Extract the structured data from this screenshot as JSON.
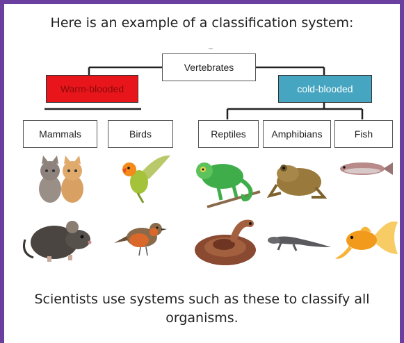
{
  "heading": "Here is an example of a classification system:",
  "root": "Vertebrates",
  "groups": {
    "warm": "Warm-blooded",
    "cold": "cold-blooded"
  },
  "warm_classes": [
    "Mammals",
    "Birds"
  ],
  "cold_classes": [
    "Reptiles",
    "Amphibians",
    "Fish"
  ],
  "colors": {
    "border": "#6b3fa0",
    "warm": "#e8161b",
    "cold": "#46a6c1"
  },
  "images": [
    "cats-image",
    "rat-image",
    "lovebird-image",
    "robin-image",
    "chameleon-image",
    "snake-image",
    "frog-image",
    "newt-image",
    "fish-image",
    "goldfish-image"
  ],
  "footer": "Scientists use systems such as these to classify all organisms."
}
